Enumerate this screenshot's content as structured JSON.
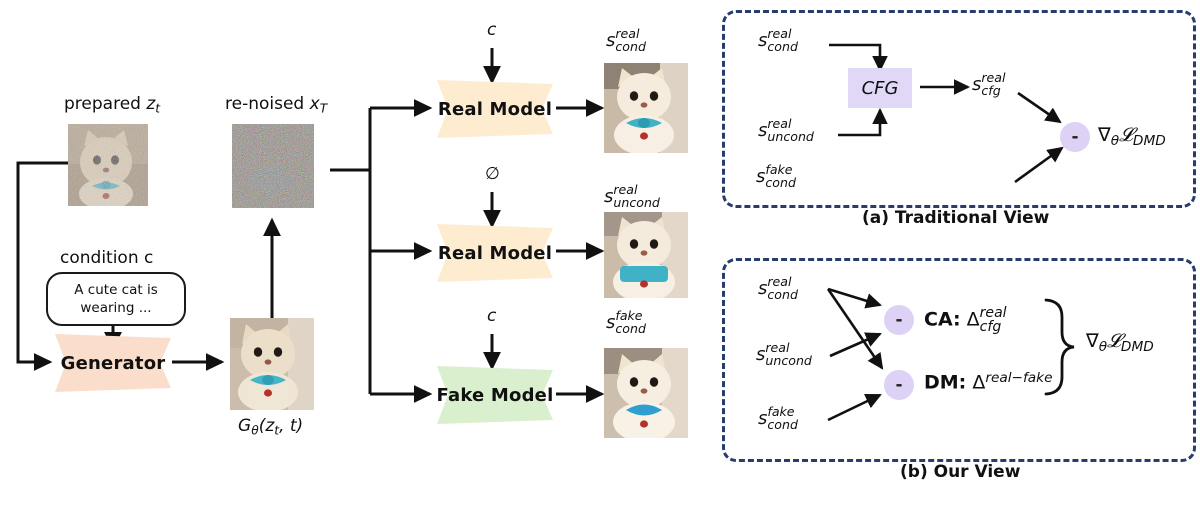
{
  "figure": {
    "title": "DMD with CFG decomposition diagram",
    "colors": {
      "generator_fill": "#fadecb",
      "real_model_fill": "#fdecd0",
      "fake_model_fill": "#d9efcd",
      "cfg_fill": "#e1d7f7",
      "minus_circle_fill": "#ddd2f5",
      "panel_border": "#2a3c6e",
      "arrow": "#111111"
    }
  },
  "pipeline": {
    "prepared_label": {
      "text": "prepared ",
      "var": "z",
      "sub": "t"
    },
    "renoised_label": {
      "text": "re-noised ",
      "var": "x",
      "sub": "T"
    },
    "condition_label": "condition c",
    "prompt_text": "A cute cat is\nwearing ...",
    "generator_label": "Generator",
    "generator_output_label": {
      "g": "G",
      "gsub": "θ",
      "args": "(z",
      "argsub": "t",
      "args2": ", t)"
    },
    "branches": [
      {
        "model_label": "Real Model",
        "input_token": "c",
        "fill": "#fdecd0",
        "output": {
          "base": "s",
          "sup": "real",
          "sub": "cond"
        }
      },
      {
        "model_label": "Real Model",
        "input_token": "∅",
        "fill": "#fdecd0",
        "output": {
          "base": "s",
          "sup": "real",
          "sub": "uncond"
        }
      },
      {
        "model_label": "Fake Model",
        "input_token": "c",
        "fill": "#d9efcd",
        "output": {
          "base": "s",
          "sup": "fake",
          "sub": "cond"
        }
      }
    ]
  },
  "panel_a": {
    "caption": "(a) Traditional View",
    "inputs": [
      {
        "base": "s",
        "sup": "real",
        "sub": "cond"
      },
      {
        "base": "s",
        "sup": "real",
        "sub": "uncond"
      },
      {
        "base": "s",
        "sup": "fake",
        "sub": "cond"
      }
    ],
    "cfg_label": "CFG",
    "cfg_output": {
      "base": "s",
      "sup": "real",
      "sub": "cfg"
    },
    "minus_symbol": "-",
    "loss": {
      "nabla": "∇",
      "nabla_sub": "θ",
      "script_l": "𝓛",
      "loss_sub": "DMD"
    }
  },
  "panel_b": {
    "caption": "(b) Our View",
    "inputs": [
      {
        "base": "s",
        "sup": "real",
        "sub": "cond"
      },
      {
        "base": "s",
        "sup": "real",
        "sub": "uncond"
      },
      {
        "base": "s",
        "sup": "fake",
        "sub": "cond"
      }
    ],
    "minus_symbol": "-",
    "terms": [
      {
        "name": "CA:",
        "delta": "Δ",
        "sup": "real",
        "sub": "cfg"
      },
      {
        "name": "DM:",
        "delta": "Δ",
        "sup": "real−fake",
        "sub": ""
      }
    ],
    "loss": {
      "nabla": "∇",
      "nabla_sub": "θ",
      "script_l": "𝓛",
      "loss_sub": "DMD"
    }
  }
}
